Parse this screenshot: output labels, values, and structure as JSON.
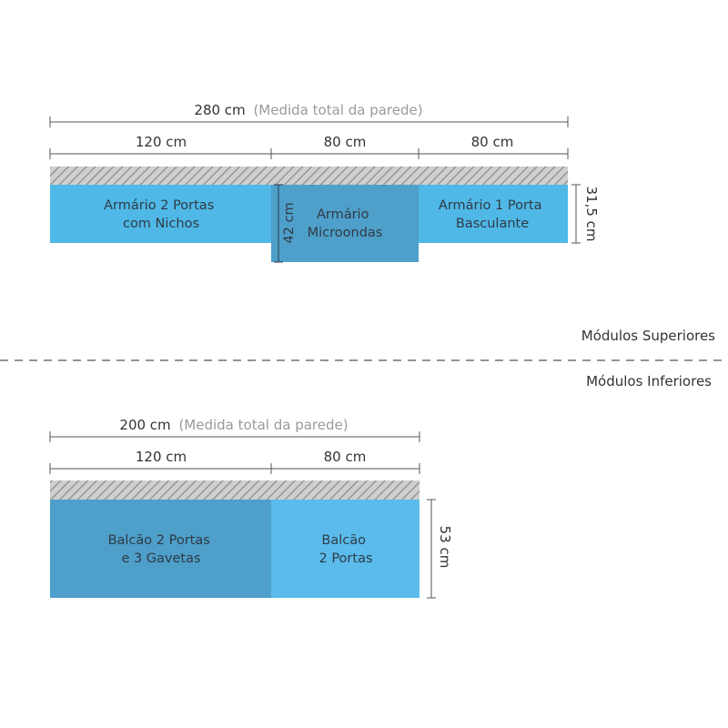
{
  "upper": {
    "total": {
      "value": "280 cm",
      "note": "(Medida total da parede)"
    },
    "segments": [
      {
        "label": "120 cm"
      },
      {
        "label": "80 cm"
      },
      {
        "label": "80 cm"
      }
    ],
    "modules": [
      {
        "line1": "Armário 2 Portas",
        "line2": "com Nichos",
        "color": "#4fb8e6"
      },
      {
        "line1": "Armário",
        "line2": "Microondas",
        "color": "#4e9fca"
      },
      {
        "line1": "Armário 1 Porta",
        "line2": "Basculante",
        "color": "#4fb8e6"
      }
    ],
    "height_label": "31,5 cm",
    "microwave_height_label": "42 cm",
    "section_label": "Módulos Superiores"
  },
  "lower": {
    "section_label": "Módulos Inferiores",
    "total": {
      "value": "200 cm",
      "note": "(Medida total da parede)"
    },
    "segments": [
      {
        "label": "120 cm"
      },
      {
        "label": "80 cm"
      }
    ],
    "modules": [
      {
        "line1": "Balcão 2 Portas",
        "line2": "e 3 Gavetas",
        "color": "#4e9fca"
      },
      {
        "line1": "Balcão",
        "line2": "2 Portas",
        "color": "#5bbcec"
      }
    ],
    "height_label": "53 cm"
  },
  "colors": {
    "hatch_bg": "#cfcfcf",
    "hatch_line": "#8c8c8c",
    "divider": "#555555"
  }
}
